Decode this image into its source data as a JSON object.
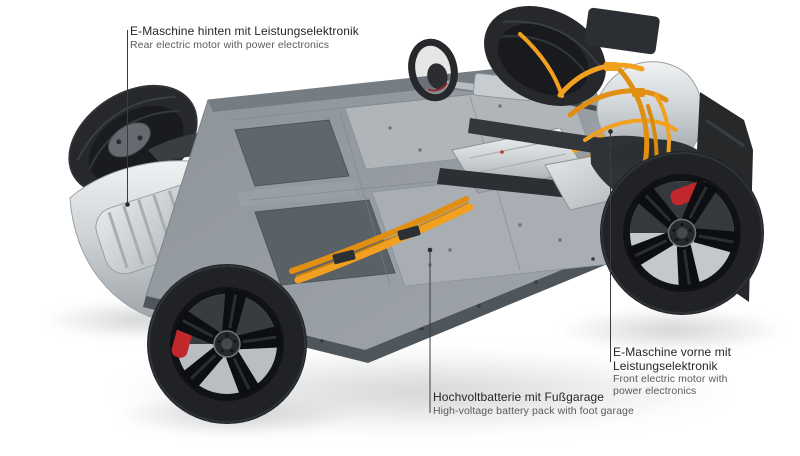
{
  "figure": {
    "alt": "Cutaway studio photo of an electric car rolling chassis: flat high-voltage underfloor battery, rear and front electric motors with power electronics, orange high-voltage cabling, four wheels with red brake calipers and a steering wheel",
    "background": "#ffffff",
    "colors": {
      "hv_cable_orange": "#f2a01f",
      "brake_caliper_red": "#c1282c",
      "battery_deck_gray": "#939aa0",
      "leader_line": "#3c3c3c"
    }
  },
  "callouts": {
    "rear_motor": {
      "de": "E-Maschine hinten mit Leistungselektronik",
      "en": "Rear electric motor with power electronics"
    },
    "battery": {
      "de": "Hochvoltbatterie mit Fußgarage",
      "en": "High-voltage battery pack with foot garage"
    },
    "front_motor": {
      "de_line1": "E-Maschine vorne mit",
      "de_line2": "Leistungselektronik",
      "en_line1": "Front electric motor with",
      "en_line2": "power electronics"
    }
  }
}
